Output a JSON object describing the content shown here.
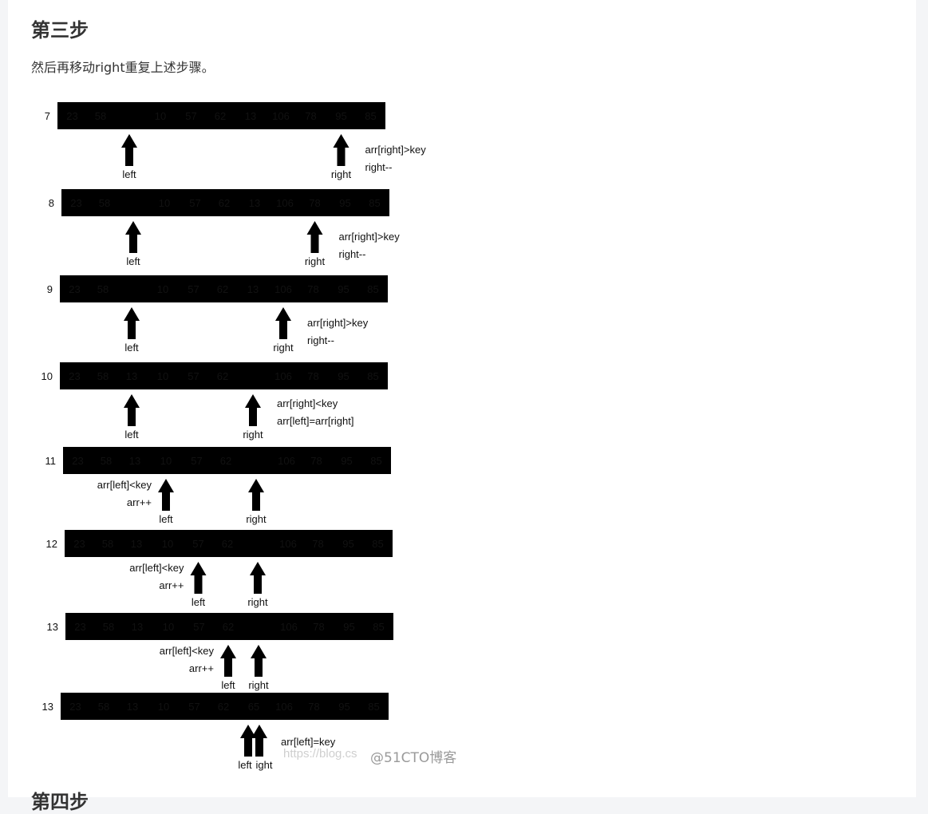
{
  "heading": "第三步",
  "intro": "然后再移动right重复上述步骤。",
  "next_heading": "第四步",
  "watermark": {
    "url": "https://blog.cs",
    "site": "@51CTO博客"
  },
  "diagram": {
    "rows": [
      {
        "step": "7",
        "cells": [
          "23",
          "58",
          "",
          "10",
          "57",
          "62",
          "13",
          "106",
          "78",
          "95",
          "85"
        ],
        "hole_index": 2,
        "pointers": [
          {
            "label": "left",
            "index": 2
          },
          {
            "label": "right",
            "index": 9
          }
        ],
        "notes": [
          "arr[right]>key",
          "right--"
        ]
      },
      {
        "step": "8",
        "cells": [
          "23",
          "58",
          "",
          "10",
          "57",
          "62",
          "13",
          "106",
          "78",
          "95",
          "85"
        ],
        "hole_index": 2,
        "pointers": [
          {
            "label": "left",
            "index": 2
          },
          {
            "label": "right",
            "index": 8
          }
        ],
        "notes": [
          "arr[right]>key",
          "right--"
        ]
      },
      {
        "step": "9",
        "cells": [
          "23",
          "58",
          "",
          "10",
          "57",
          "62",
          "13",
          "106",
          "78",
          "95",
          "85"
        ],
        "hole_index": 2,
        "pointers": [
          {
            "label": "left",
            "index": 2
          },
          {
            "label": "right",
            "index": 7
          }
        ],
        "notes": [
          "arr[right]>key",
          "right--"
        ]
      },
      {
        "step": "10",
        "cells": [
          "23",
          "58",
          "13",
          "10",
          "57",
          "62",
          "",
          "106",
          "78",
          "95",
          "85"
        ],
        "hole_index": 6,
        "pointers": [
          {
            "label": "left",
            "index": 2
          },
          {
            "label": "right",
            "index": 6
          }
        ],
        "notes": [
          "arr[right]<key",
          "arr[left]=arr[right]"
        ]
      },
      {
        "step": "11",
        "cells": [
          "23",
          "58",
          "13",
          "10",
          "57",
          "62",
          "",
          "106",
          "78",
          "95",
          "85"
        ],
        "hole_index": 6,
        "pointers": [
          {
            "label": "left",
            "index": 3
          },
          {
            "label": "right",
            "index": 6
          }
        ],
        "notes": [
          "arr[left]<key",
          "arr++"
        ]
      },
      {
        "step": "12",
        "cells": [
          "23",
          "58",
          "13",
          "10",
          "57",
          "62",
          "",
          "106",
          "78",
          "95",
          "85"
        ],
        "hole_index": 6,
        "pointers": [
          {
            "label": "left",
            "index": 4
          },
          {
            "label": "right",
            "index": 6
          }
        ],
        "notes": [
          "arr[left]<key",
          "arr++"
        ]
      },
      {
        "step": "13",
        "cells": [
          "23",
          "58",
          "13",
          "10",
          "57",
          "62",
          "",
          "106",
          "78",
          "95",
          "85"
        ],
        "hole_index": 6,
        "pointers": [
          {
            "label": "left",
            "index": 5
          },
          {
            "label": "right",
            "index": 6
          }
        ],
        "notes": [
          "arr[left]<key",
          "arr++"
        ]
      },
      {
        "step": "13",
        "cells": [
          "23",
          "58",
          "13",
          "10",
          "57",
          "62",
          "65",
          "106",
          "78",
          "95",
          "85"
        ],
        "hole_index": -1,
        "pointers": [
          {
            "label": "left",
            "index": 6
          },
          {
            "label": "ight",
            "index": 6
          }
        ],
        "notes": [
          "arr[left]=key"
        ]
      }
    ]
  }
}
